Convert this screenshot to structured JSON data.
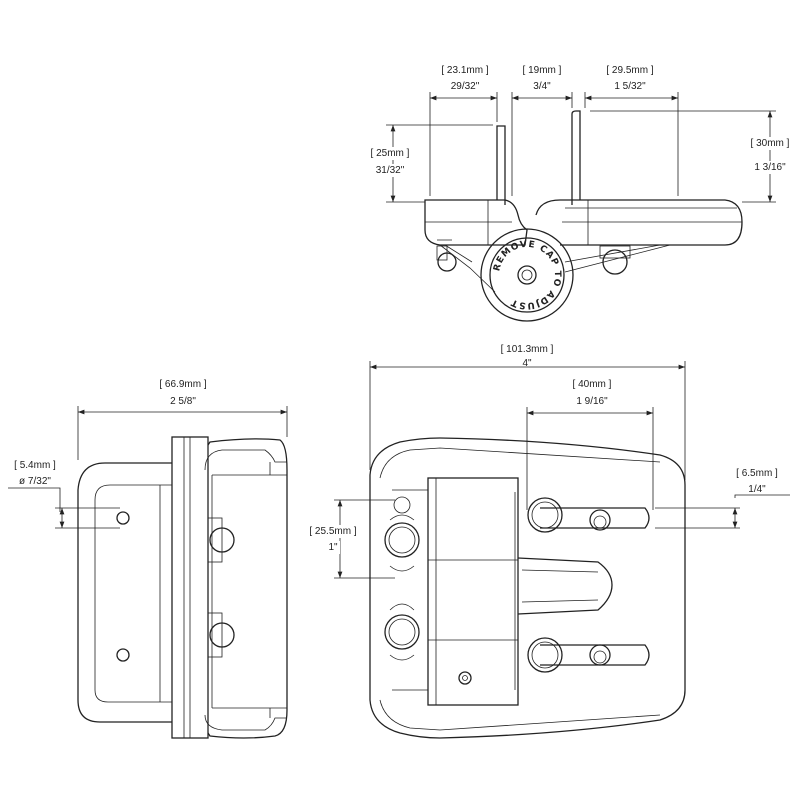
{
  "top_view": {
    "dims": {
      "left_width": {
        "mm": "[ 23.1mm ]",
        "inch": "29/32\""
      },
      "gap": {
        "mm": "[ 19mm ]",
        "inch": "3/4\""
      },
      "right_width": {
        "mm": "[ 29.5mm ]",
        "inch": "1 5/32\""
      },
      "left_height": {
        "mm": "[ 25mm ]",
        "inch": "31/32\""
      },
      "right_height": {
        "mm": "[ 30mm ]",
        "inch": "1 3/16\""
      }
    },
    "cap_text": "REMOVE CAP TO ADJUST"
  },
  "side_view": {
    "dims": {
      "depth": {
        "mm": "[ 66.9mm ]",
        "inch": "2 5/8\""
      },
      "hole": {
        "mm": "[ 5.4mm ]",
        "inch": "ø 7/32\""
      }
    }
  },
  "front_view": {
    "dims": {
      "width": {
        "mm": "[ 101.3mm ]",
        "inch": "4\""
      },
      "slot_span": {
        "mm": "[ 40mm ]",
        "inch": "1 9/16\""
      },
      "slot_width": {
        "mm": "[ 6.5mm ]",
        "inch": "1/4\""
      },
      "hole_spacing": {
        "mm": "[ 25.5mm ]",
        "inch": "1\""
      }
    }
  }
}
